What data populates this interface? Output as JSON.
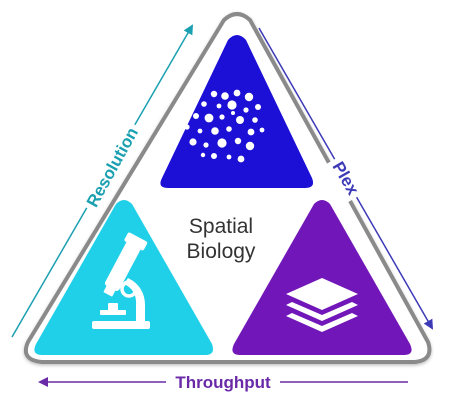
{
  "center": {
    "line1": "Spatial",
    "line2": "Biology"
  },
  "axes": {
    "resolution": "Resolution",
    "plex": "Plex",
    "throughput": "Throughput"
  },
  "icons": {
    "top": "cell-dots-icon",
    "left": "microscope-icon",
    "right": "layers-stack-icon"
  },
  "colors": {
    "top_triangle": "#1c10d6",
    "left_triangle": "#20d0e8",
    "right_triangle": "#7116b8",
    "resolution_arrow": "#1aa0b0",
    "plex_arrow": "#3d3ab8",
    "throughput_arrow": "#6a2aa8",
    "frame": "#8a8a8a",
    "center_text": "#333333"
  }
}
